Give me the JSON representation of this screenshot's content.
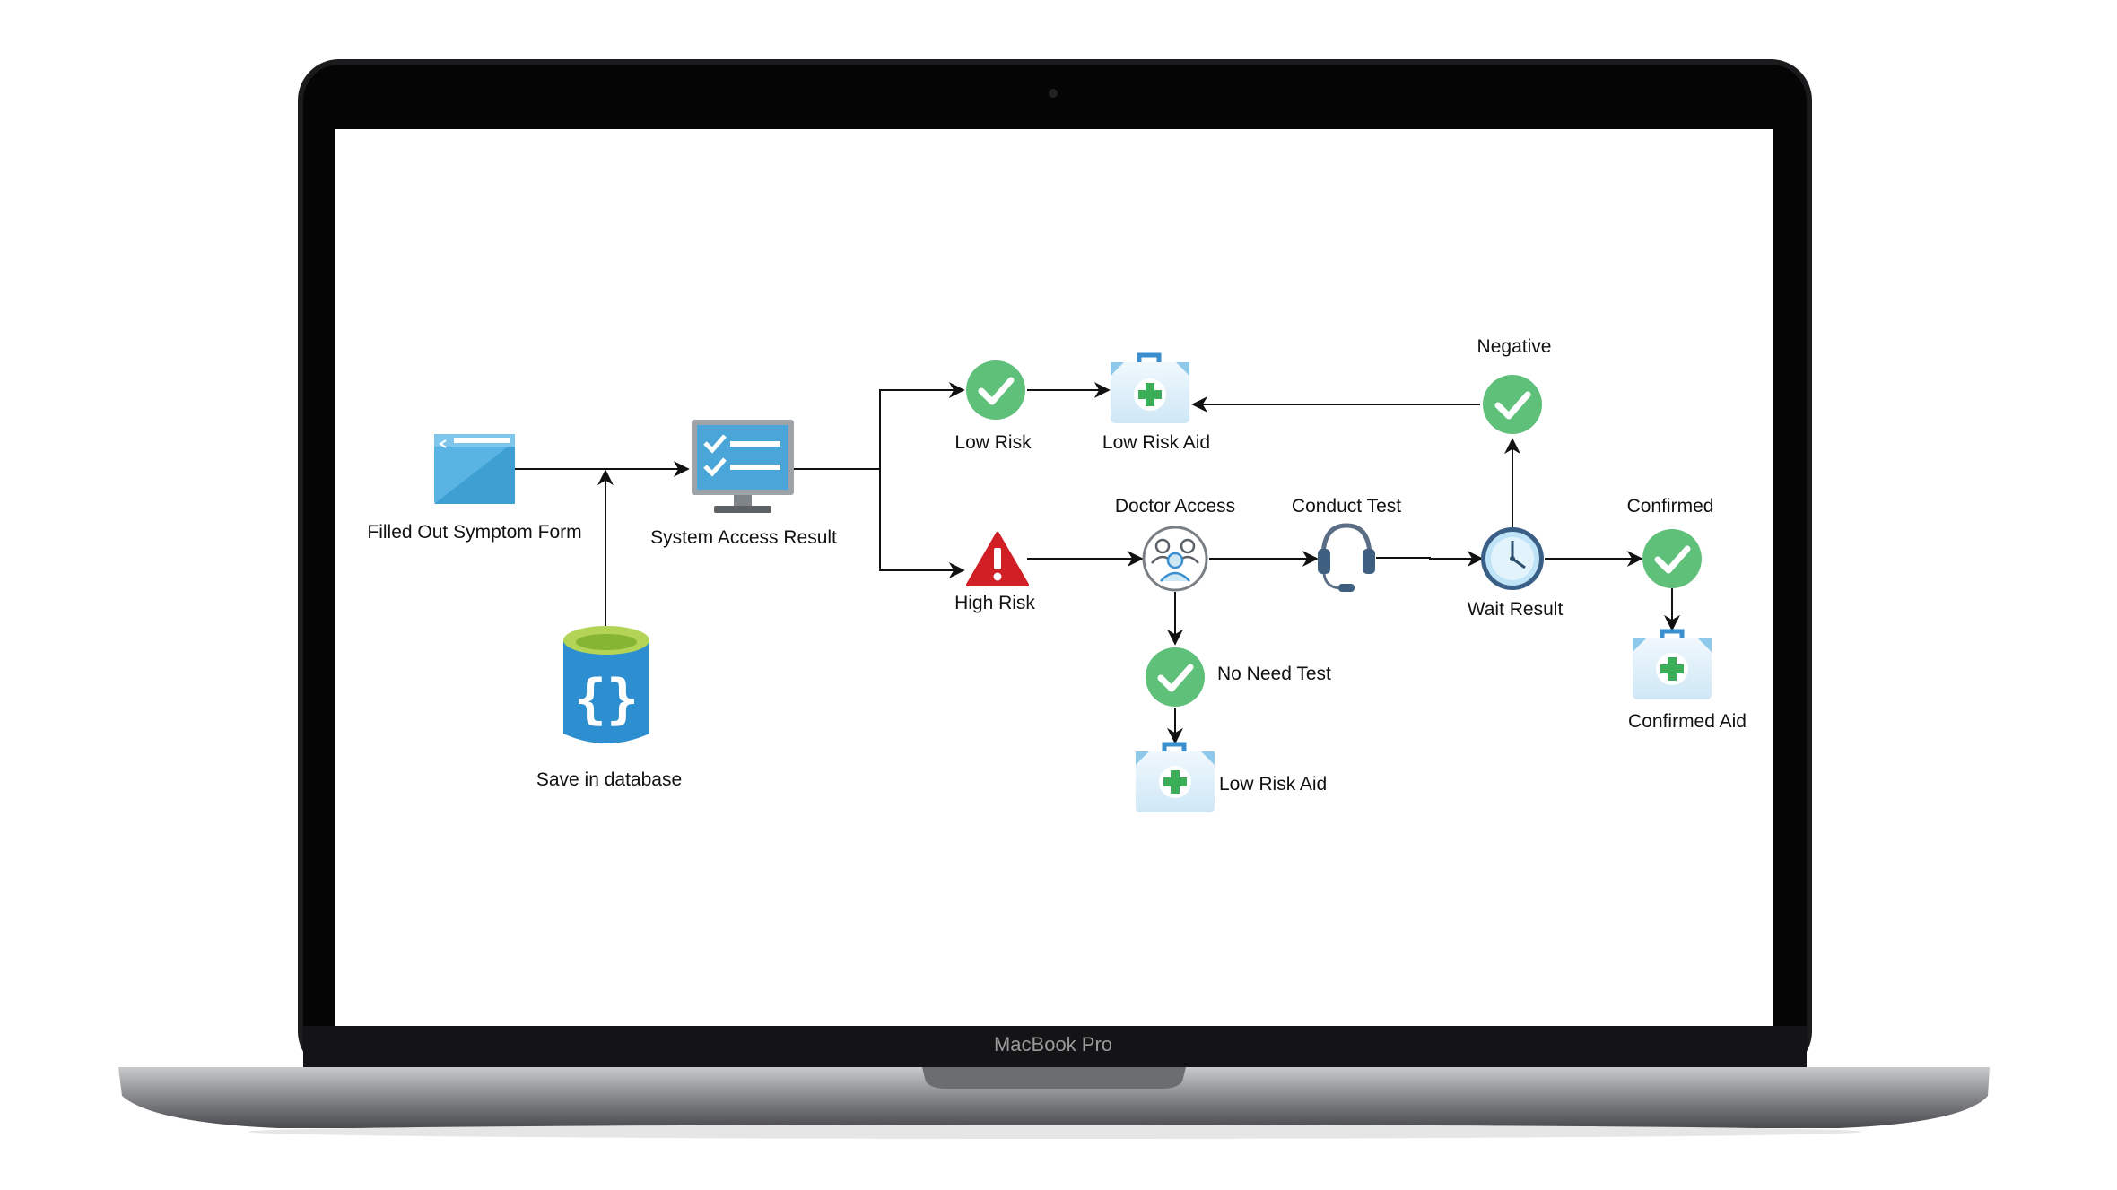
{
  "device": {
    "brand_label": "MacBook Pro"
  },
  "diagram": {
    "nodes": {
      "symptom_form": {
        "label": "Filled Out Symptom Form",
        "icon": "web-form-icon"
      },
      "database": {
        "label": "Save in database",
        "icon": "database-icon"
      },
      "system_result": {
        "label": "System Access Result",
        "icon": "monitor-checklist-icon"
      },
      "low_risk": {
        "label": "Low Risk",
        "icon": "check-circle-icon"
      },
      "low_risk_aid_top": {
        "label": "Low Risk Aid",
        "icon": "first-aid-kit-icon"
      },
      "high_risk": {
        "label": "High Risk",
        "icon": "warning-icon"
      },
      "doctor_access": {
        "label": "Doctor Access",
        "icon": "people-icon"
      },
      "no_need_test": {
        "label": "No Need Test",
        "icon": "check-circle-icon"
      },
      "low_risk_aid_bottom": {
        "label": "Low Risk Aid",
        "icon": "first-aid-kit-icon"
      },
      "conduct_test": {
        "label": "Conduct Test",
        "icon": "headset-icon"
      },
      "wait_result": {
        "label": "Wait Result",
        "icon": "clock-icon"
      },
      "negative": {
        "label": "Negative",
        "icon": "check-circle-icon"
      },
      "confirmed": {
        "label": "Confirmed",
        "icon": "check-circle-icon"
      },
      "confirmed_aid": {
        "label": "Confirmed Aid",
        "icon": "first-aid-kit-icon"
      }
    },
    "colors": {
      "check_green": "#5fc07a",
      "warning_red": "#d11f26",
      "icon_blue": "#4fb0e0",
      "db_blue": "#2d8fd0",
      "db_top_green": "#9cc53c",
      "kit_light": "#e3f2fb",
      "connector": "#111111"
    }
  }
}
